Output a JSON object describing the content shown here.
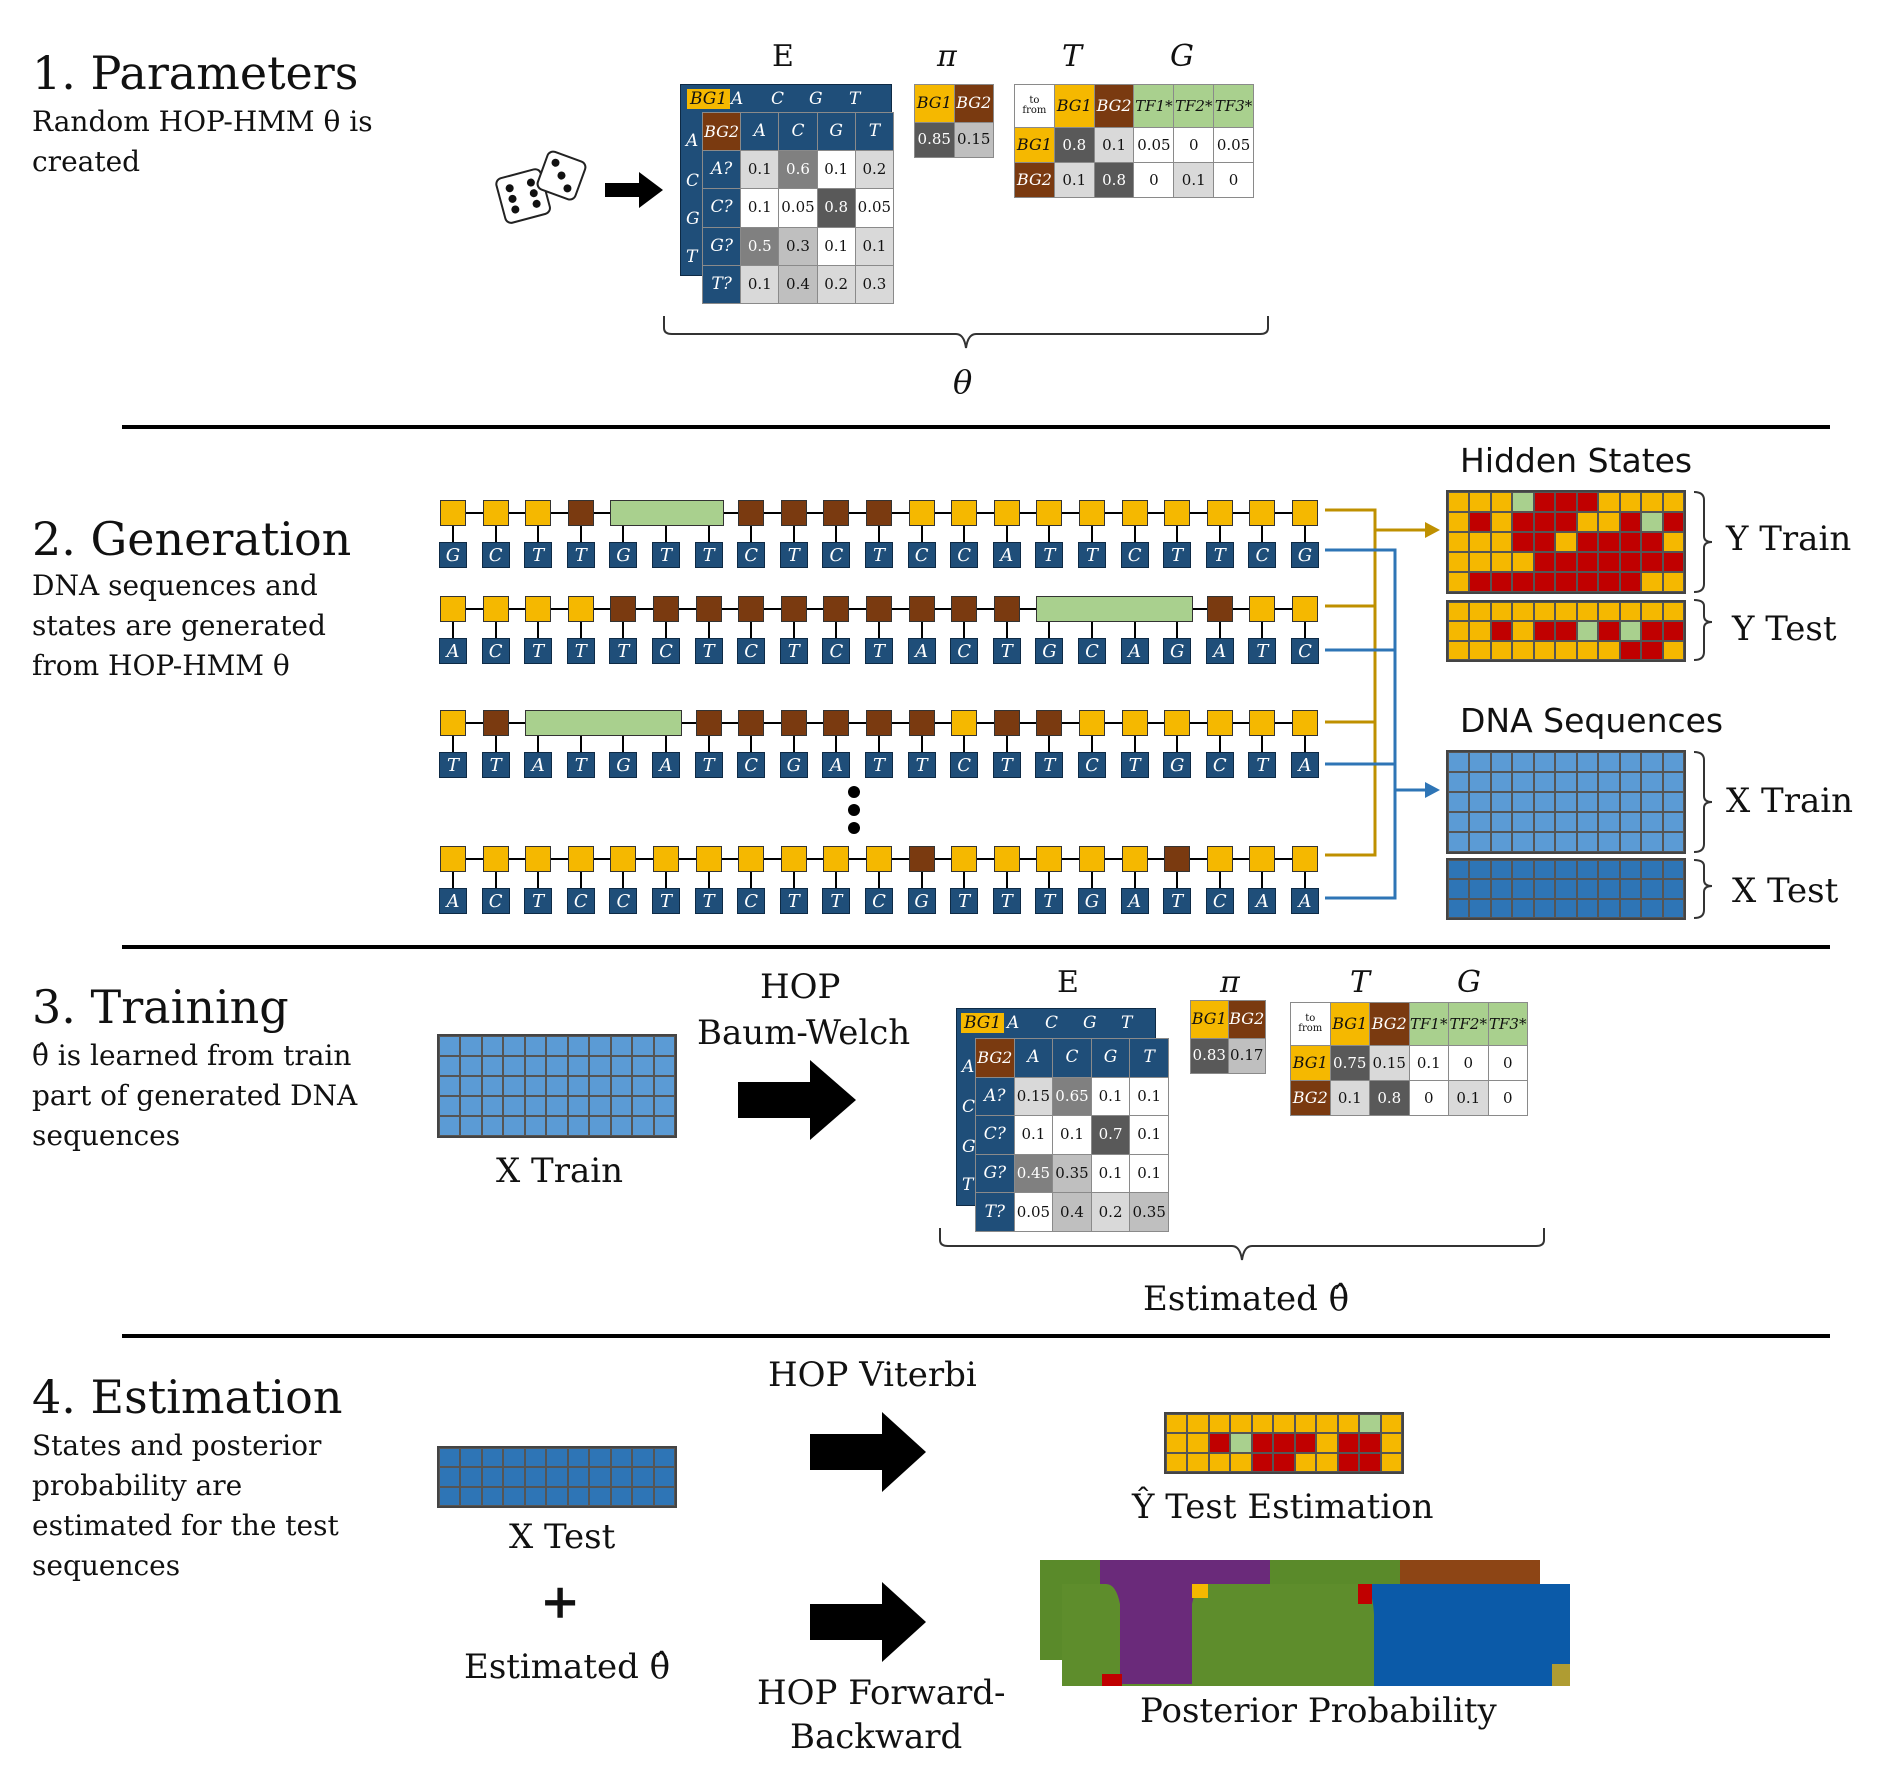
{
  "sections": {
    "parameters": {
      "title": "1. Parameters",
      "desc": "Random HOP-HMM θ is created"
    },
    "generation": {
      "title": "2. Generation",
      "desc": "DNA sequences and states are generated from HOP-HMM θ"
    },
    "training": {
      "title": "3. Training",
      "desc": "θ̂ is learned from train part of generated DNA sequences"
    },
    "estimation": {
      "title": "4. Estimation",
      "desc": "States and posterior probability are estimated for the test sequences"
    }
  },
  "params": {
    "E_label": "E",
    "pi_label": "π",
    "T_label": "T",
    "G_label": "G",
    "theta_label": "θ",
    "emission_header": [
      "A",
      "C",
      "G",
      "T"
    ],
    "emission_rows": [
      "A?",
      "C?",
      "G?",
      "T?"
    ],
    "emission_values": [
      [
        0.1,
        0.6,
        0.1,
        0.2
      ],
      [
        0.1,
        0.05,
        0.8,
        0.05
      ],
      [
        0.5,
        0.3,
        0.1,
        0.1
      ],
      [
        0.1,
        0.4,
        0.2,
        0.3
      ]
    ],
    "pi_values": [
      0.85,
      0.15
    ],
    "state_labels": [
      "BG1",
      "BG2"
    ],
    "tf_labels": [
      "TF1*",
      "TF2*",
      "TF3*"
    ],
    "corner_to": "to",
    "corner_from": "from",
    "T_values": [
      [
        0.8,
        0.1
      ],
      [
        0.1,
        0.8
      ]
    ],
    "G_values": [
      [
        0.05,
        0.0,
        0.05
      ],
      [
        0.0,
        0.1,
        0.0
      ]
    ]
  },
  "generation": {
    "hidden_states_label": "Hidden States",
    "dna_sequences_label": "DNA Sequences",
    "y_train": "Y Train",
    "y_test": "Y Test",
    "x_train": "X Train",
    "x_test": "X Test",
    "chains": [
      [
        "G",
        "C",
        "T",
        "T",
        "G",
        "T",
        "T",
        "C",
        "T",
        "C",
        "T",
        "C",
        "C",
        "A",
        "T",
        "T",
        "C",
        "T",
        "T",
        "C",
        "G"
      ],
      [
        "A",
        "C",
        "T",
        "T",
        "T",
        "C",
        "T",
        "C",
        "T",
        "C",
        "T",
        "A",
        "C",
        "T",
        "G",
        "C",
        "A",
        "G",
        "A",
        "T",
        "C"
      ],
      [
        "T",
        "T",
        "A",
        "T",
        "G",
        "A",
        "T",
        "C",
        "G",
        "A",
        "T",
        "T",
        "C",
        "T",
        "T",
        "C",
        "T",
        "G",
        "C",
        "T",
        "A"
      ],
      [
        "A",
        "C",
        "T",
        "C",
        "C",
        "T",
        "T",
        "C",
        "T",
        "T",
        "C",
        "G",
        "T",
        "T",
        "T",
        "G",
        "A",
        "T",
        "C",
        "A",
        "A"
      ]
    ]
  },
  "training": {
    "x_train": "X Train",
    "algo_line1": "HOP",
    "algo_line2": "Baum-Welch",
    "E_label": "E",
    "pi_label": "π",
    "T_label": "T",
    "G_label": "G",
    "estimated_label": "Estimated θ̂",
    "emission_values": [
      [
        0.15,
        0.65,
        0.1,
        0.1
      ],
      [
        0.1,
        0.1,
        0.7,
        0.1
      ],
      [
        0.45,
        0.35,
        0.1,
        0.1
      ],
      [
        0.05,
        0.4,
        0.2,
        0.35
      ]
    ],
    "pi_values": [
      0.83,
      0.17
    ],
    "T_values": [
      [
        0.75,
        0.15
      ],
      [
        0.1,
        0.8
      ]
    ],
    "G_values": [
      [
        0.1,
        0.0,
        0.0
      ],
      [
        0.0,
        0.1,
        0.0
      ]
    ]
  },
  "estimation": {
    "x_test": "X Test",
    "plus": "+",
    "estimated": "Estimated θ̂",
    "viterbi": "HOP Viterbi",
    "fb_line1": "HOP Forward-",
    "fb_line2": "Backward",
    "y_est": "Ŷ Test Estimation",
    "posterior": "Posterior Probability"
  },
  "colors": {
    "bg1": "#f5b800",
    "bg2": "#7a3a10",
    "tf": "#a9d08e",
    "red": "#c00000",
    "dna_light": "#5b9bd5",
    "dna_dark": "#2e75b6",
    "gold_line": "#bf9000",
    "blue_line": "#2e75b6"
  },
  "icons": [
    "dice-icon"
  ]
}
